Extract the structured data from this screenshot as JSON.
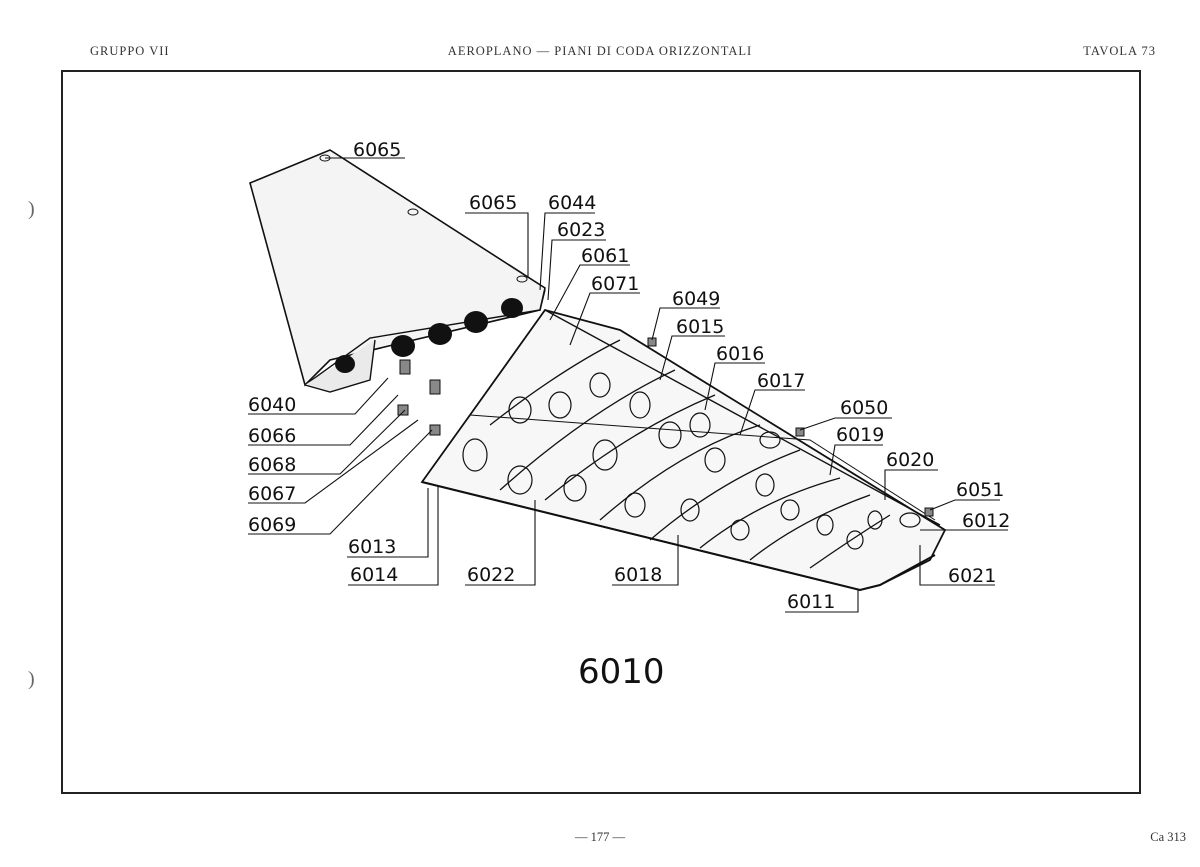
{
  "header": {
    "left": "GRUPPO VII",
    "center": "AEROPLANO — PIANI DI CODA ORIZZONTALI",
    "right": "TAVOLA 73"
  },
  "callouts": {
    "c6065a": "6065",
    "c6065b": "6065",
    "c6044": "6044",
    "c6023": "6023",
    "c6061": "6061",
    "c6071": "6071",
    "c6049": "6049",
    "c6015": "6015",
    "c6016": "6016",
    "c6017": "6017",
    "c6050": "6050",
    "c6019": "6019",
    "c6020": "6020",
    "c6051": "6051",
    "c6012": "6012",
    "c6021": "6021",
    "c6011": "6011",
    "c6018": "6018",
    "c6022": "6022",
    "c6014": "6014",
    "c6013": "6013",
    "c6069": "6069",
    "c6067": "6067",
    "c6068": "6068",
    "c6066": "6066",
    "c6040": "6040"
  },
  "assembly_number": "6010",
  "footer": {
    "page": "— 177 —",
    "code": "Ca 313"
  }
}
